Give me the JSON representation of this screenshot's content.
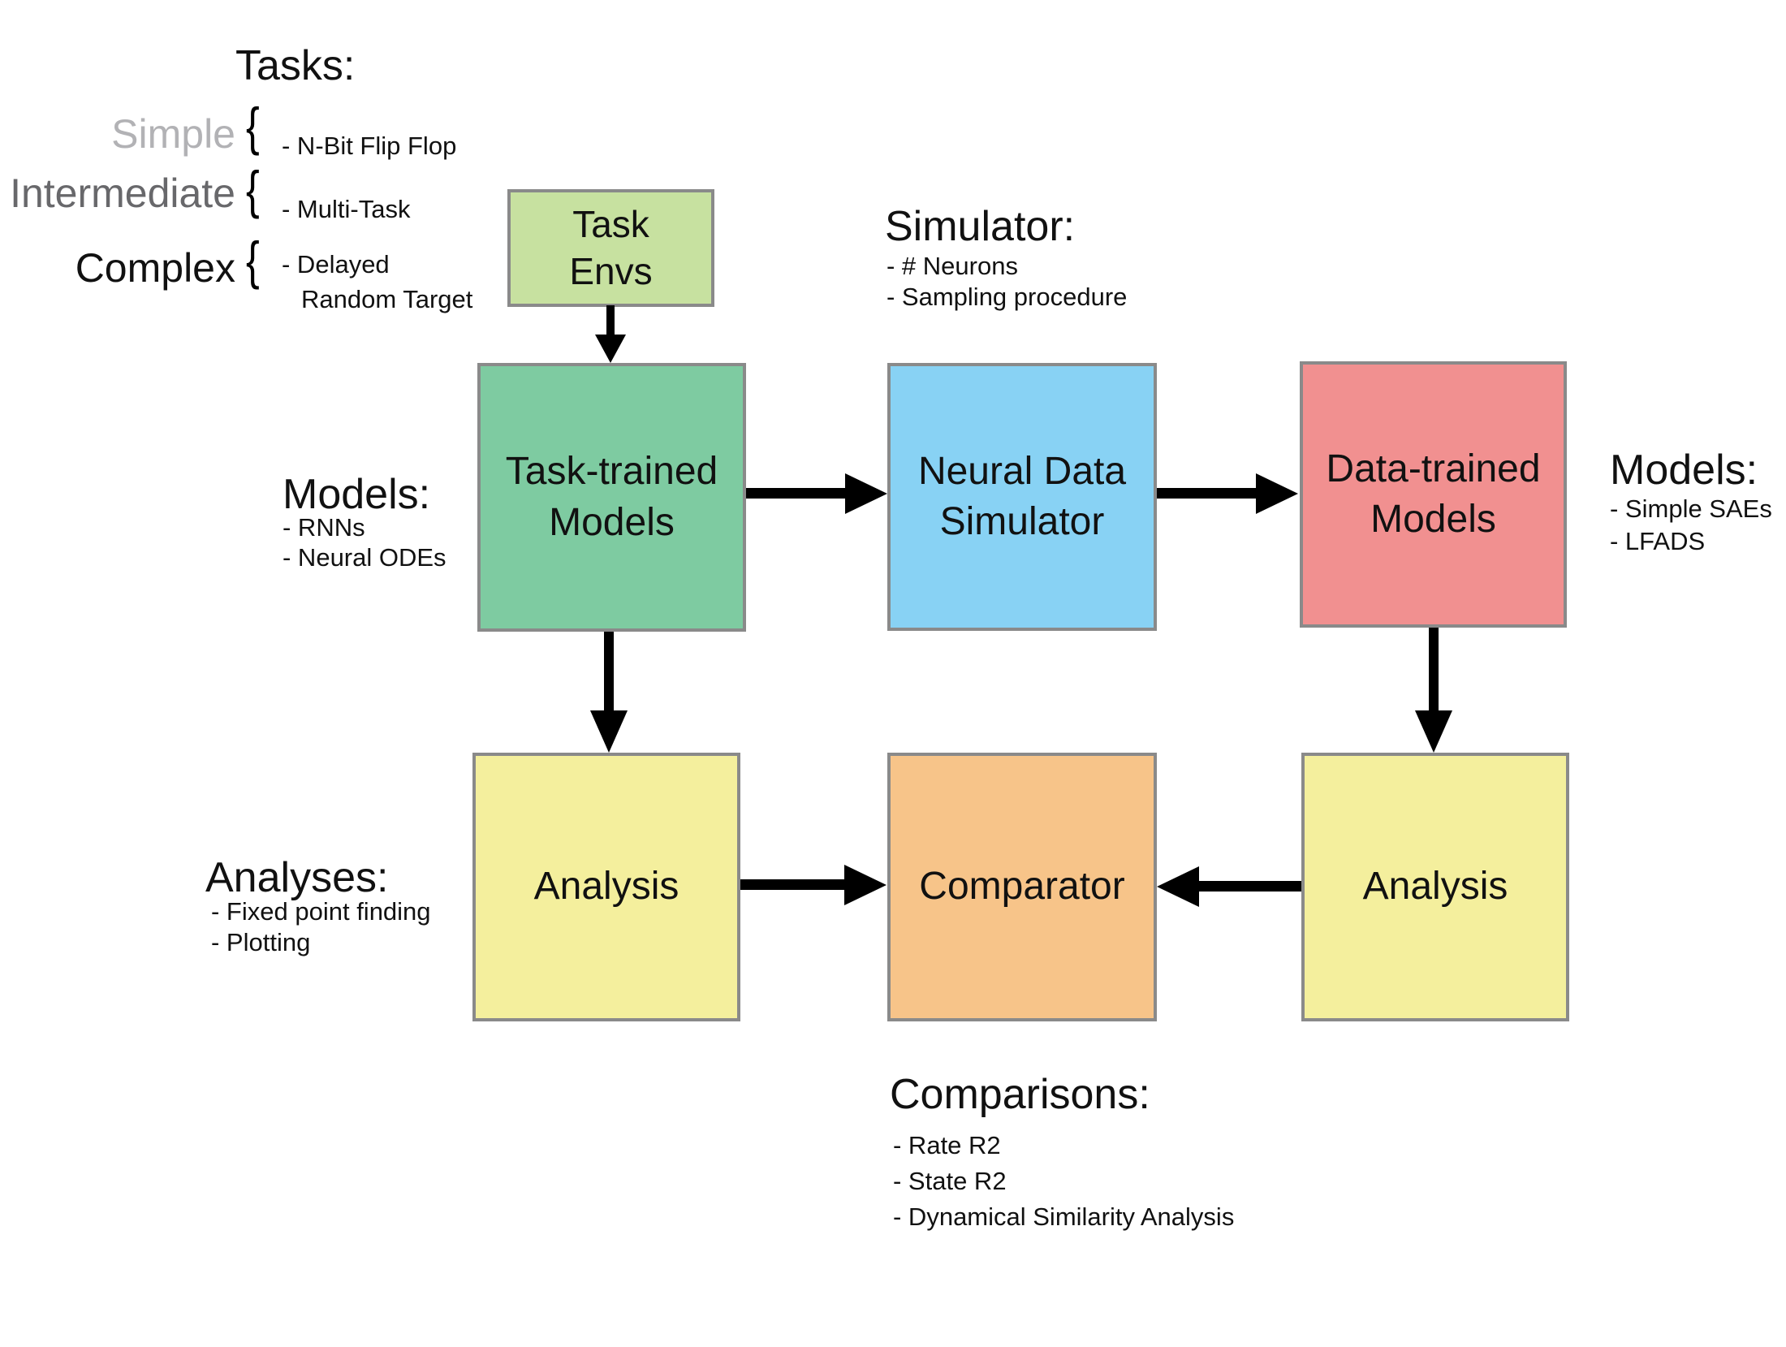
{
  "figure": {
    "tasks": {
      "heading": "Tasks:",
      "brace": "{",
      "rows": [
        {
          "label": "Simple",
          "label_color": "#b2b2b5",
          "items": [
            "- N-Bit Flip Flop"
          ]
        },
        {
          "label": "Intermediate",
          "label_color": "#68686b",
          "items": [
            "- Multi-Task"
          ]
        },
        {
          "label": "Complex",
          "label_color": "#111111",
          "items": [
            "- Delayed",
            "Random Target"
          ]
        }
      ]
    },
    "boxes": {
      "task_envs": {
        "line1": "Task",
        "line2": "Envs",
        "fill": "#c7e1a0"
      },
      "task_trained": {
        "line1": "Task-trained",
        "line2": "Models",
        "fill": "#7ecba1"
      },
      "neural_sim": {
        "line1": "Neural Data",
        "line2": "Simulator",
        "fill": "#88d2f4"
      },
      "data_trained": {
        "line1": "Data-trained",
        "line2": "Models",
        "fill": "#f19090"
      },
      "analysis_left": {
        "label": "Analysis",
        "fill": "#f4ef9d"
      },
      "comparator": {
        "label": "Comparator",
        "fill": "#f7c489"
      },
      "analysis_right": {
        "label": "Analysis",
        "fill": "#f4ef9d"
      }
    },
    "annotations": {
      "simulator": {
        "heading": "Simulator:",
        "items": [
          "- # Neurons",
          "- Sampling procedure"
        ]
      },
      "models_left": {
        "heading": "Models:",
        "items": [
          "- RNNs",
          "- Neural ODEs"
        ]
      },
      "models_right": {
        "heading": "Models:",
        "items": [
          "- Simple SAEs",
          "- LFADS"
        ]
      },
      "analyses": {
        "heading": "Analyses:",
        "items": [
          "- Fixed point finding",
          "- Plotting"
        ]
      },
      "comparisons": {
        "heading": "Comparisons:",
        "items": [
          "- Rate R2",
          "- State R2",
          "- Dynamical Similarity Analysis"
        ]
      }
    },
    "colors": {
      "border": "#8a8a8a",
      "arrow": "#000000",
      "text": "#111111"
    }
  }
}
